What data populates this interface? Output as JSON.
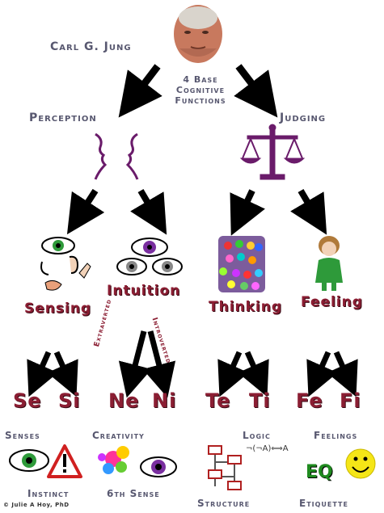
{
  "header": {
    "name": "Carl G. Jung",
    "center_label_1": "4 Base",
    "center_label_2": "Cognitive",
    "center_label_3": "Functions"
  },
  "branches": {
    "perception": "Perception",
    "judging": "Judging"
  },
  "categories": {
    "sensing": "Sensing",
    "intuition": "Intuition",
    "thinking": "Thinking",
    "feeling": "Feeling"
  },
  "orientation": {
    "extraverted": "Extraverted",
    "introverted": "Introverted"
  },
  "functions": [
    "Se",
    "Si",
    "Ne",
    "Ni",
    "Te",
    "Ti",
    "Fe",
    "Fi"
  ],
  "bottom": {
    "senses": "Senses",
    "instinct": "Instinct",
    "creativity": "Creativity",
    "sixth_sense": "6th Sense",
    "logic": "Logic",
    "logic_formula": "¬(¬A)⟺A",
    "structure": "Structure",
    "feelings": "Feelings",
    "eq": "EQ",
    "etiquette": "Etiquette"
  },
  "credit": "© Julie A Hoy, PhD",
  "colors": {
    "label_gray": "#585870",
    "maroon": "#8b1e33",
    "purple": "#6a1b6a",
    "green": "#1f8a1f"
  }
}
